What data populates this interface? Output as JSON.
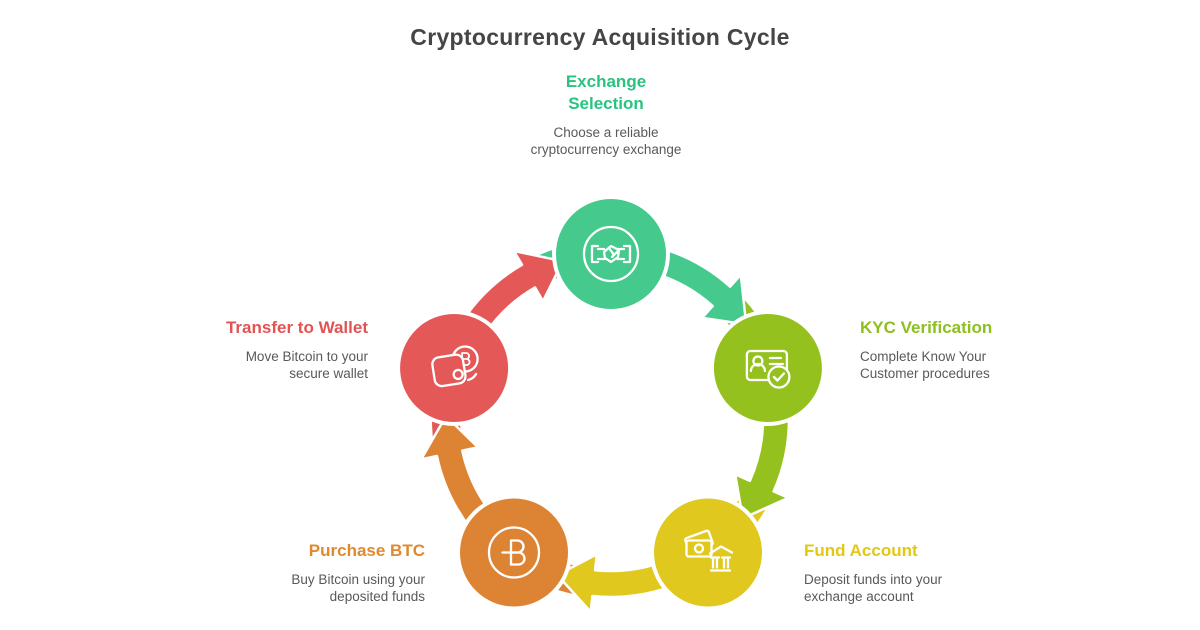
{
  "title": "Cryptocurrency Acquisition Cycle",
  "title_color": "#454545",
  "description_text_color": "#58595B",
  "diagram": {
    "stages": [
      {
        "id": "exchange-selection",
        "label": "Exchange\nSelection",
        "description": "Choose a reliable\ncryptocurrency exchange",
        "color": "#45C98C",
        "label_color": "#27C480",
        "icon": "handshake-icon"
      },
      {
        "id": "kyc-verification",
        "label": "KYC Verification",
        "description": "Complete Know Your\nCustomer procedures",
        "color": "#95C11F",
        "label_color": "#8CBF1F",
        "icon": "id-card-check-icon"
      },
      {
        "id": "fund-account",
        "label": "Fund Account",
        "description": "Deposit funds into your\nexchange account",
        "color": "#E0C81F",
        "label_color": "#E3C713",
        "icon": "bank-deposit-icon"
      },
      {
        "id": "purchase-btc",
        "label": "Purchase BTC",
        "description": "Buy Bitcoin using your\ndeposited funds",
        "color": "#DD8434",
        "label_color": "#E08A2E",
        "icon": "bitcoin-icon"
      },
      {
        "id": "transfer-to-wallet",
        "label": "Transfer to Wallet",
        "description": "Move Bitcoin to your\nsecure wallet",
        "color": "#E45858",
        "label_color": "#E25353",
        "icon": "wallet-bitcoin-icon"
      }
    ]
  }
}
